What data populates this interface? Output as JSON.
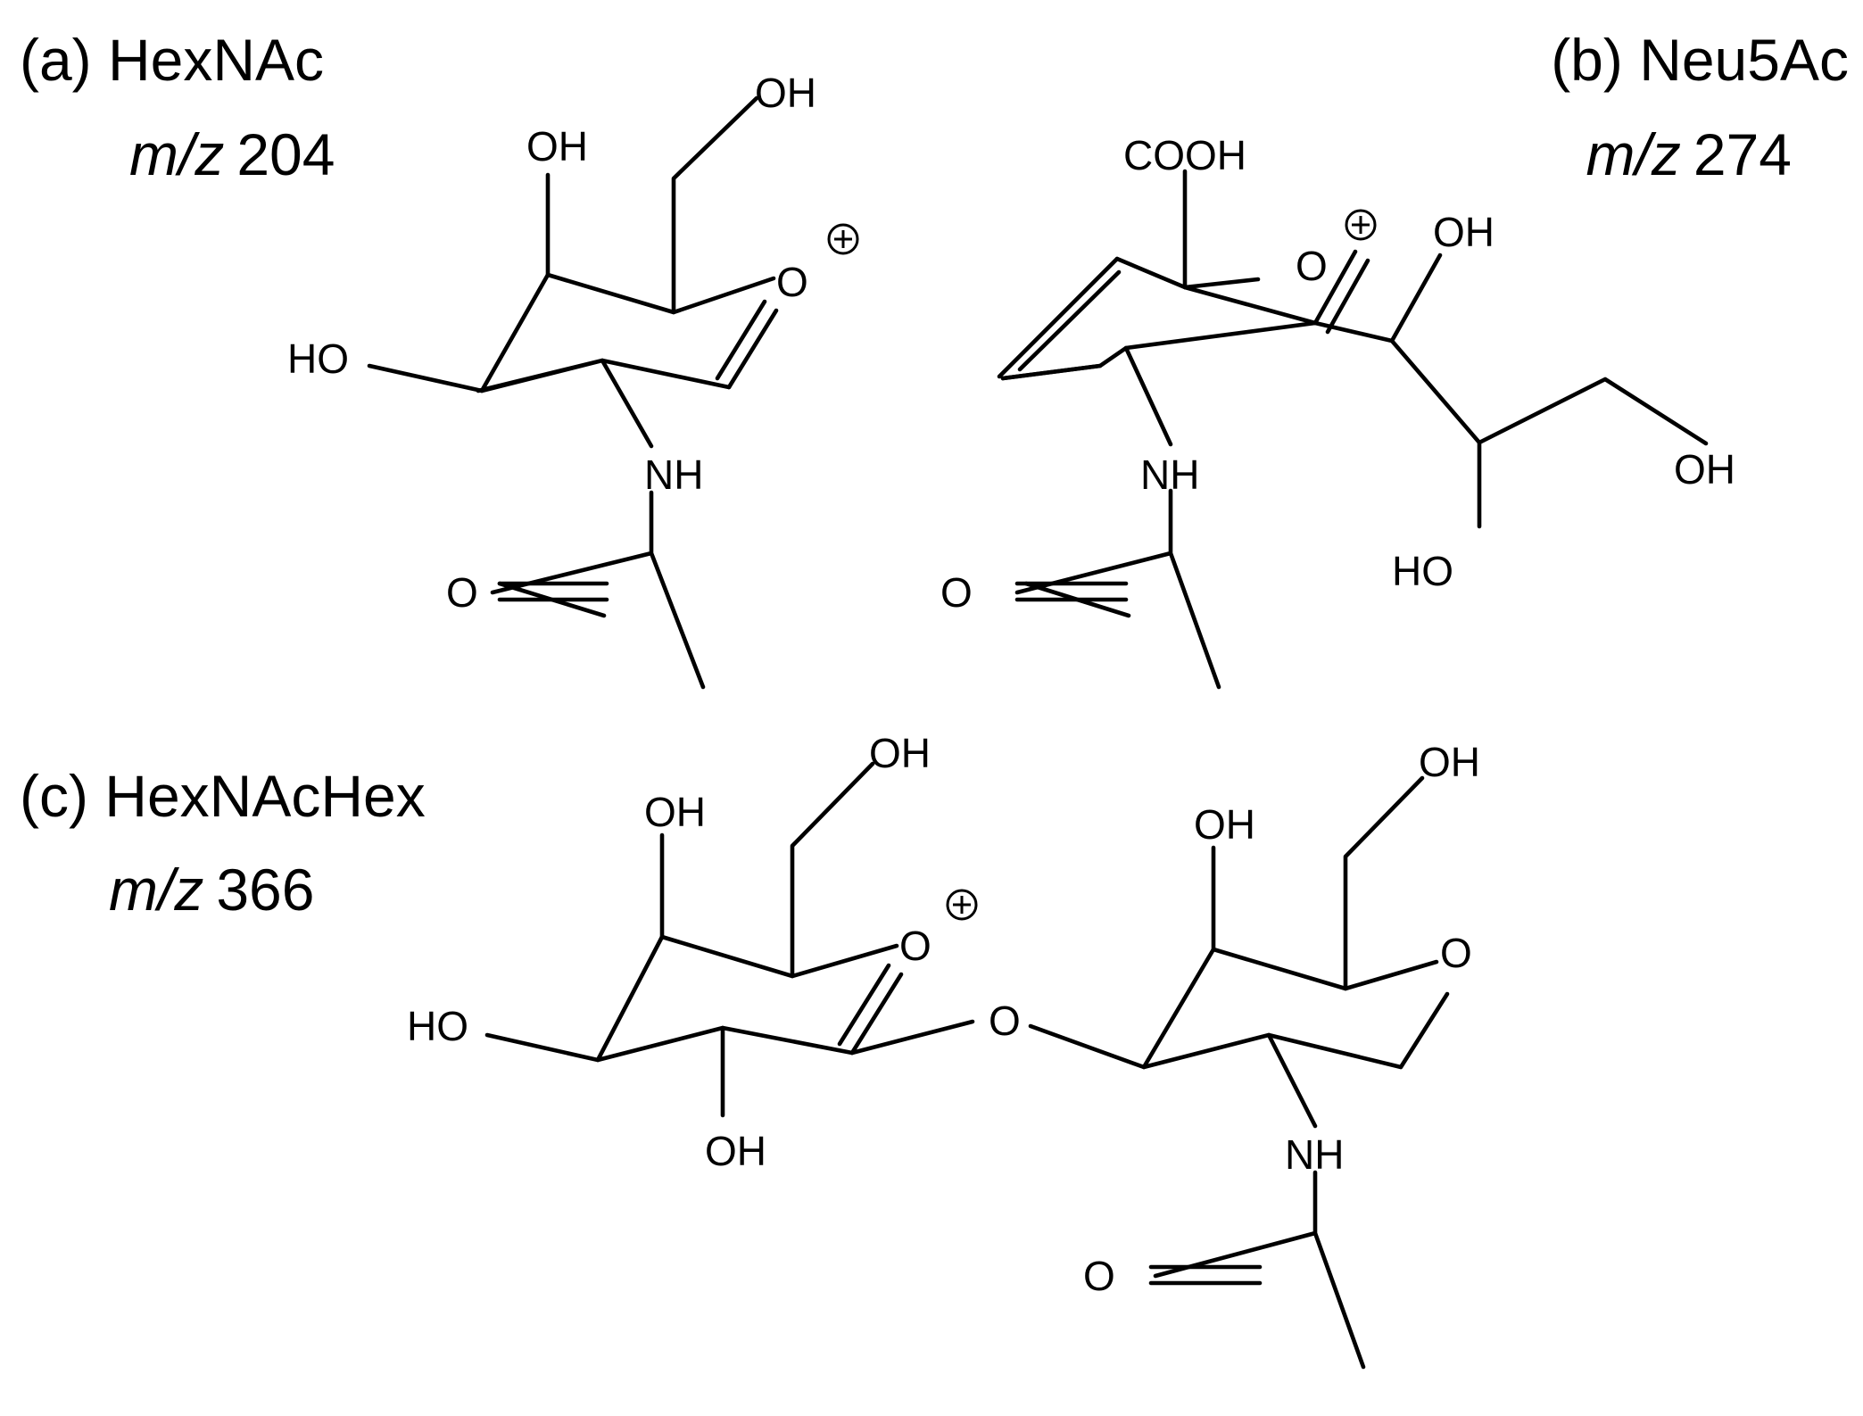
{
  "structures": [
    {
      "id": "a",
      "panel_label": "(a) HexNAc",
      "mz_prefix": "m/z",
      "mz_value": "204"
    },
    {
      "id": "b",
      "panel_label": "(b) Neu5Ac",
      "mz_prefix": "m/z",
      "mz_value": "274"
    },
    {
      "id": "c",
      "panel_label": "(c) HexNAcHex",
      "mz_prefix": "m/z",
      "mz_value": "366"
    }
  ],
  "atoms": {
    "oh": "OH",
    "ho": "HO",
    "o": "O",
    "nh": "NH",
    "cooh": "COOH"
  }
}
